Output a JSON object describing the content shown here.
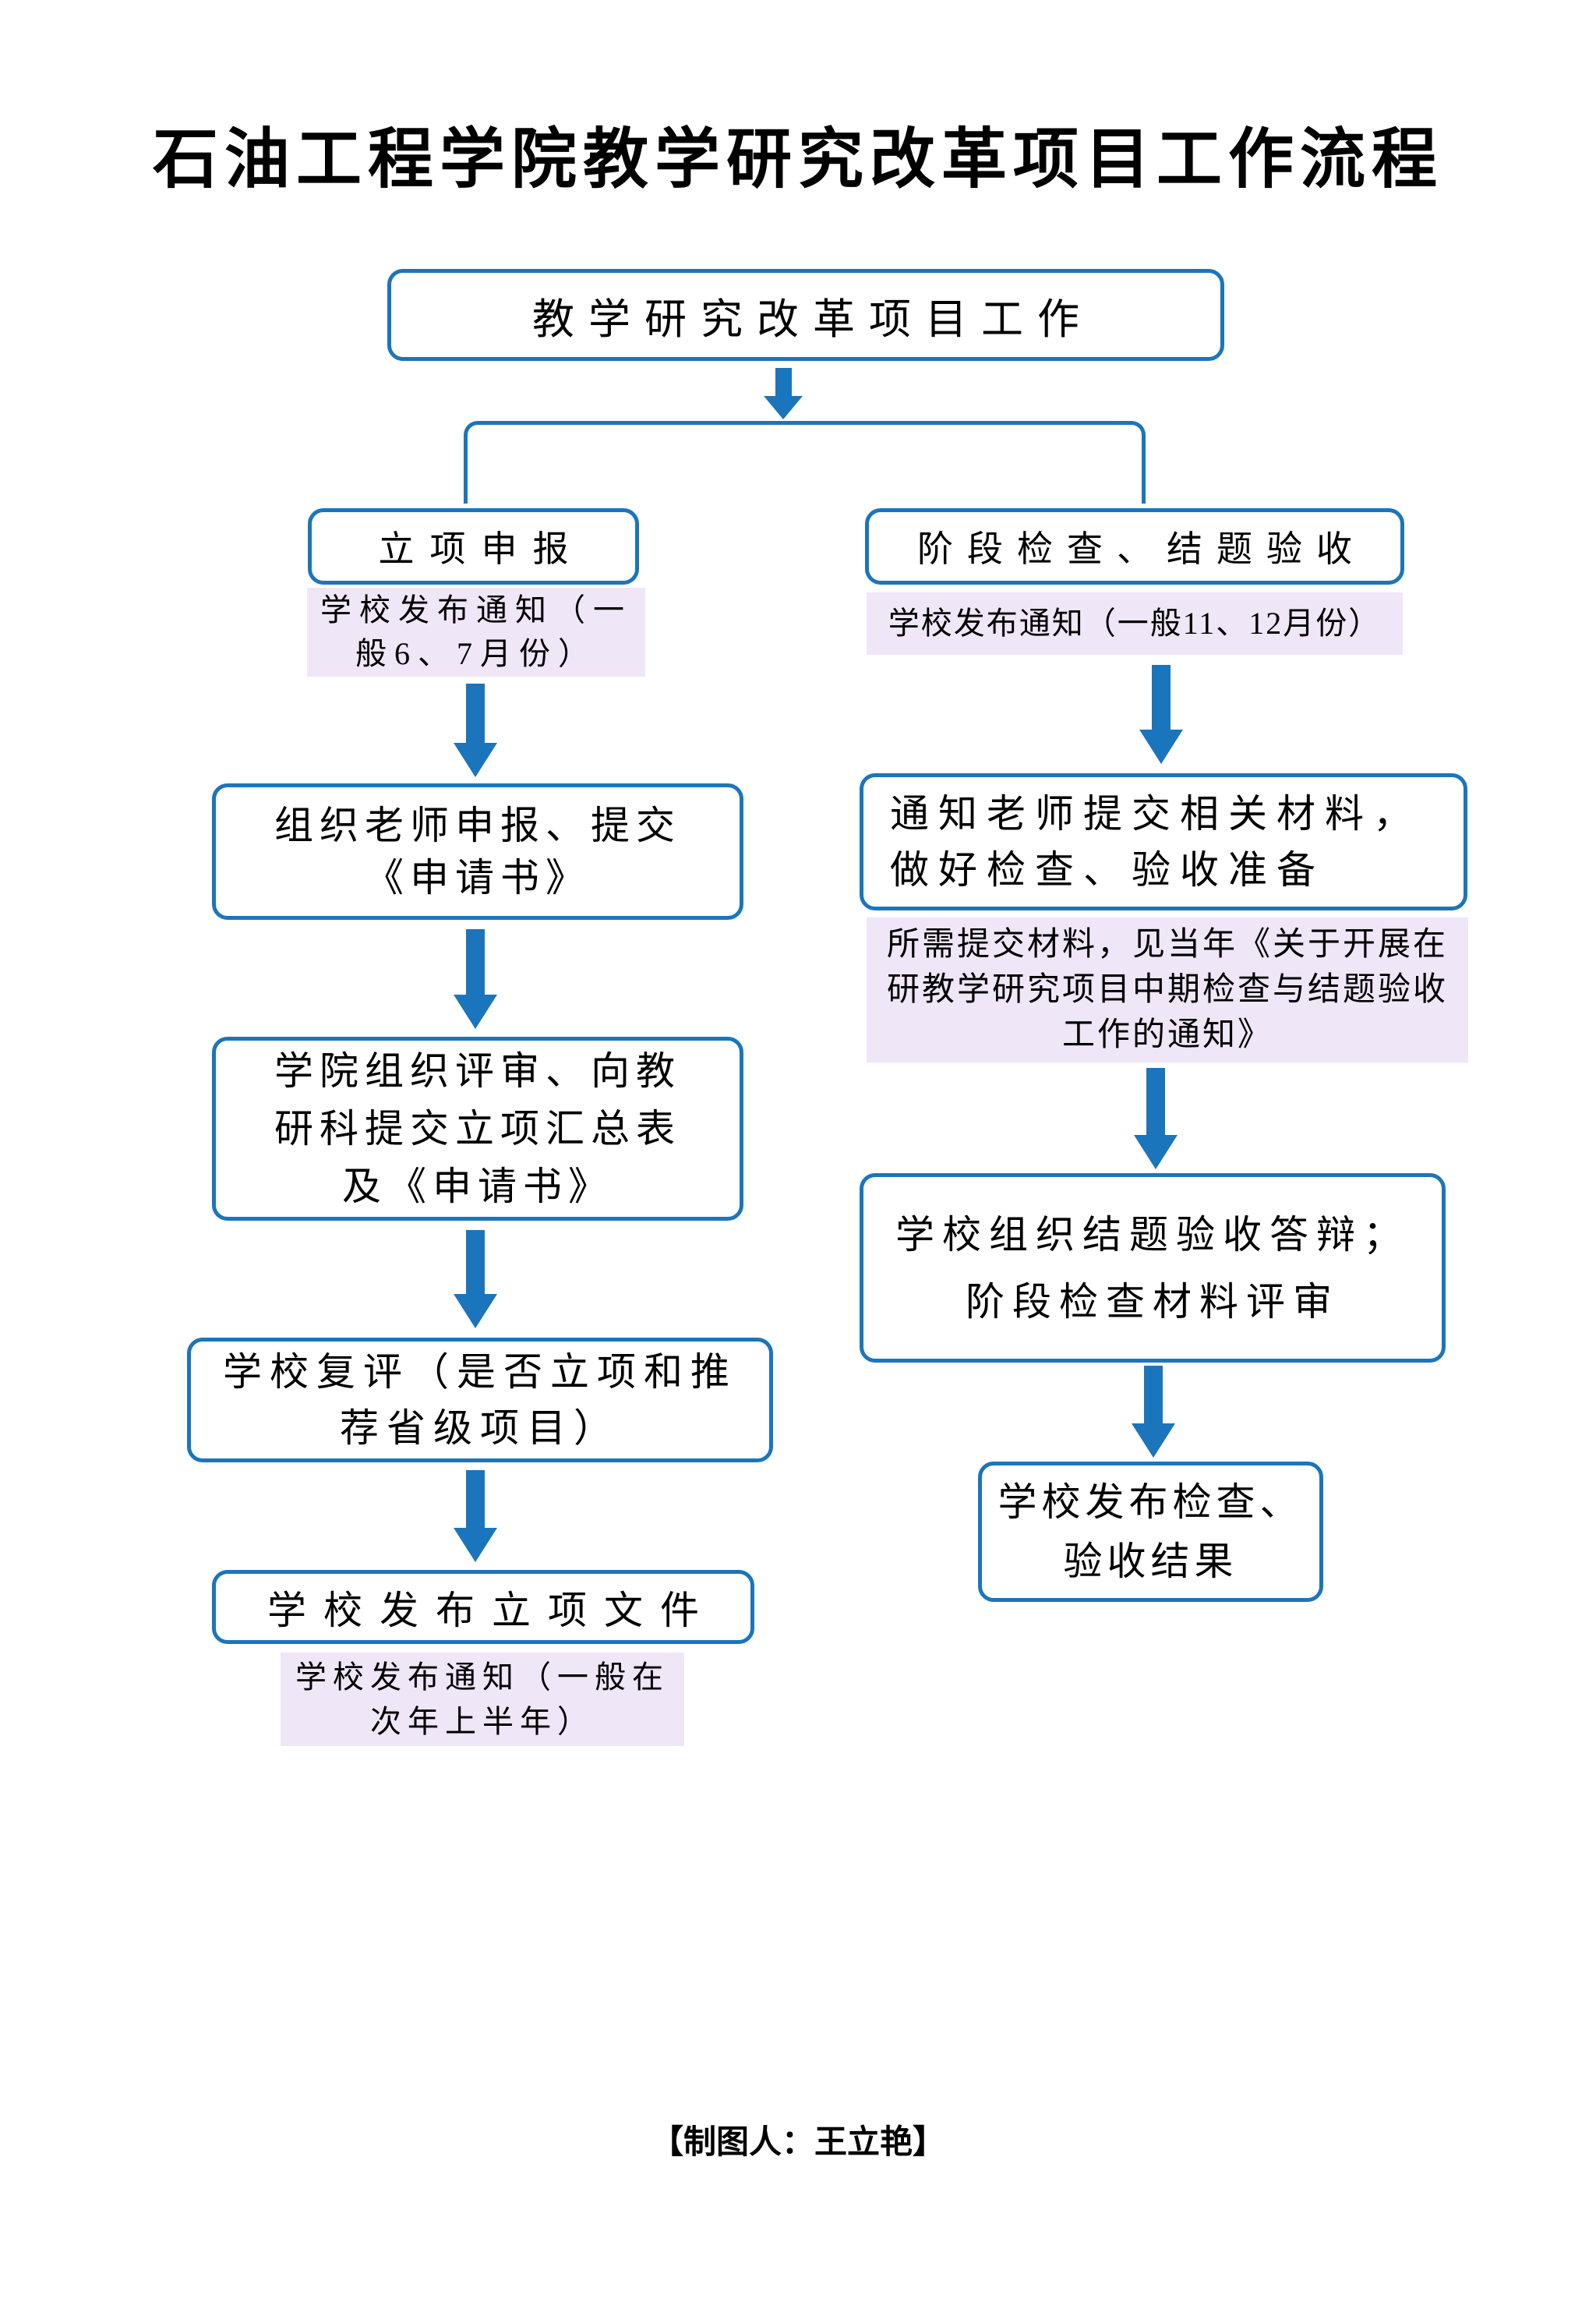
{
  "title": "石油工程学院教学研究改革项目工作流程",
  "footer": "【制图人：王立艳】",
  "colors": {
    "accent_blue": "#1B75BC",
    "note_background": "#EFE6F7",
    "box_background": "#FFFFFF",
    "text": "#000000"
  },
  "root": {
    "label": "教学研究改革项目工作"
  },
  "left_branch": {
    "header": "立项申报",
    "note_top": "学校发布通知（一\n般6、7月份）",
    "step_apply": "组织老师申报、提交\n《申请书》",
    "step_review": "学院组织评审、向教\n研科提交立项汇总表\n及《申请书》",
    "step_reeval": "学校复评（是否立项和推\n荐省级项目）",
    "step_publish": "学校发布立项文件",
    "note_bottom": "学校发布通知（一般在\n次年上半年）"
  },
  "right_branch": {
    "header": "阶段检查、结题验收",
    "note_top": "学校发布通知（一般11、12月份）",
    "step_notify": "通知老师提交相关材料，\n做好检查、验收准备",
    "note_materials": "所需提交材料，见当年《关于开展在\n研教学研究项目中期检查与结题验收\n工作的通知》",
    "step_defense": "学校组织结题验收答辩；\n阶段检查材料评审",
    "step_results": "学校发布检查、\n验收结果"
  }
}
